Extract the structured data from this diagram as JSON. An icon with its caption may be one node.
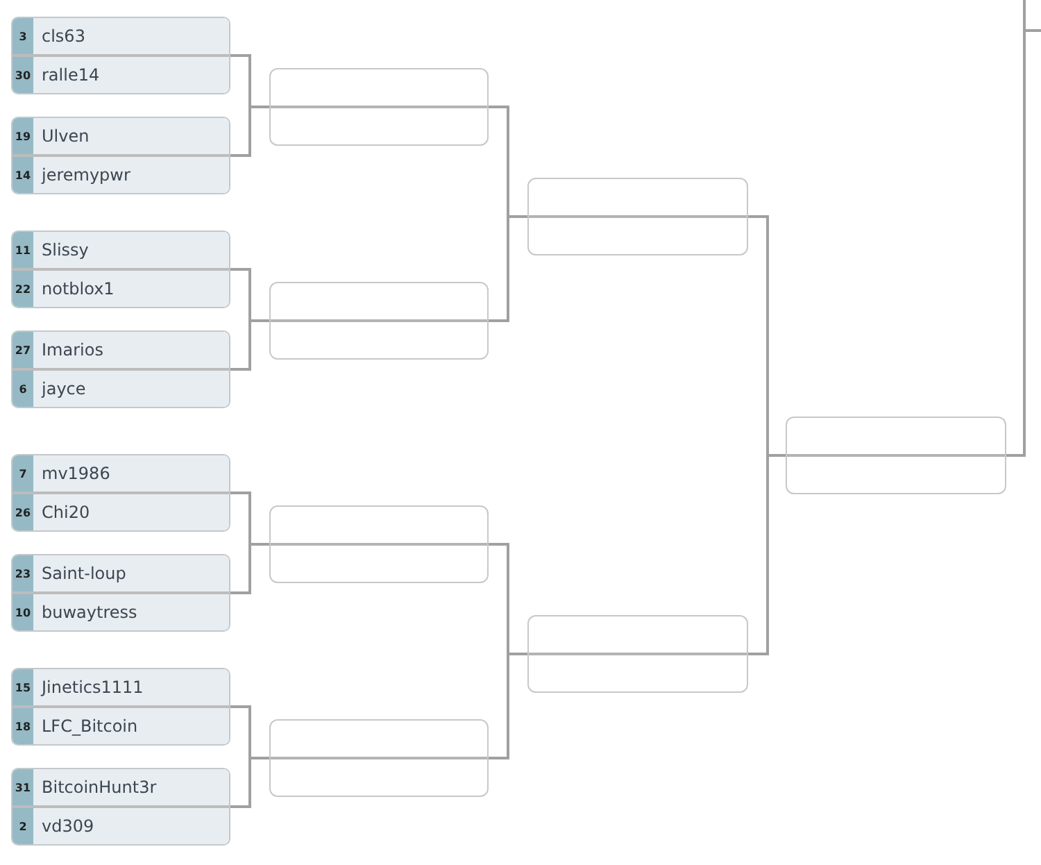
{
  "diagram": {
    "nodes": [
      {
        "text": [],
        "shape": "box"
      },
      {
        "text": [
          "3",
          "cls63"
        ],
        "in": 0
      },
      {
        "text": [
          "30",
          "ralle14"
        ],
        "in": 0
      },
      {
        "text": [],
        "shape": "box"
      },
      {
        "text": [
          "19",
          "Ulven"
        ],
        "in": 3
      },
      {
        "text": [
          "14",
          "jeremypwr"
        ],
        "in": 3
      },
      {
        "text": [],
        "shape": "box"
      },
      {
        "text": [
          "11",
          "Slissy"
        ],
        "in": 6
      },
      {
        "text": [
          "22",
          "notblox1"
        ],
        "in": 6
      },
      {
        "text": [],
        "shape": "box"
      },
      {
        "text": [
          "27",
          "Imarios"
        ],
        "in": 9
      },
      {
        "text": [
          "6",
          "jayce"
        ],
        "in": 9
      },
      {
        "text": [],
        "shape": "box"
      },
      {
        "text": [
          "7",
          "mv1986"
        ],
        "in": 12
      },
      {
        "text": [
          "26",
          "Chi20"
        ],
        "in": 12
      },
      {
        "text": [],
        "shape": "box"
      },
      {
        "text": [
          "23",
          "Saint-loup"
        ],
        "in": 15
      },
      {
        "text": [
          "10",
          "buwaytress"
        ],
        "in": 15
      },
      {
        "text": [],
        "shape": "box"
      },
      {
        "text": [
          "15",
          "Jinetics1111"
        ],
        "in": 18
      },
      {
        "text": [
          "18",
          "LFC_Bitcoin"
        ],
        "in": 18
      },
      {
        "text": [],
        "shape": "box"
      },
      {
        "text": [
          "31",
          "BitcoinHunt3r"
        ],
        "in": 21
      },
      {
        "text": [
          "2",
          "vd309"
        ],
        "in": 21
      },
      {
        "text": [],
        "shape": "box"
      },
      {
        "text": [],
        "shape": "box"
      },
      {
        "text": [],
        "shape": "box"
      },
      {
        "text": [],
        "shape": "box"
      },
      {
        "text": [],
        "shape": "box"
      },
      {
        "text": [],
        "shape": "box"
      },
      {
        "text": [],
        "shape": "box"
      }
    ],
    "edges": [
      {
        "from": 0,
        "to": 24,
        "arrow": "none"
      },
      {
        "from": 3,
        "to": 24,
        "arrow": "none"
      },
      {
        "from": 6,
        "to": 25,
        "arrow": "none"
      },
      {
        "from": 9,
        "to": 25,
        "arrow": "none"
      },
      {
        "from": 12,
        "to": 26,
        "arrow": "none"
      },
      {
        "from": 15,
        "to": 26,
        "arrow": "none"
      },
      {
        "from": 18,
        "to": 27,
        "arrow": "none"
      },
      {
        "from": 21,
        "to": 27,
        "arrow": "none"
      },
      {
        "from": 24,
        "to": 28,
        "arrow": "none"
      },
      {
        "from": 25,
        "to": 28,
        "arrow": "none"
      },
      {
        "from": 26,
        "to": 29,
        "arrow": "none"
      },
      {
        "from": 27,
        "to": 29,
        "arrow": "none"
      },
      {
        "from": 28,
        "to": 30,
        "arrow": "none"
      },
      {
        "from": 29,
        "to": 30,
        "arrow": "none"
      },
      {
        "from": 30,
        "to": null,
        "arrow": "none"
      }
    ]
  }
}
